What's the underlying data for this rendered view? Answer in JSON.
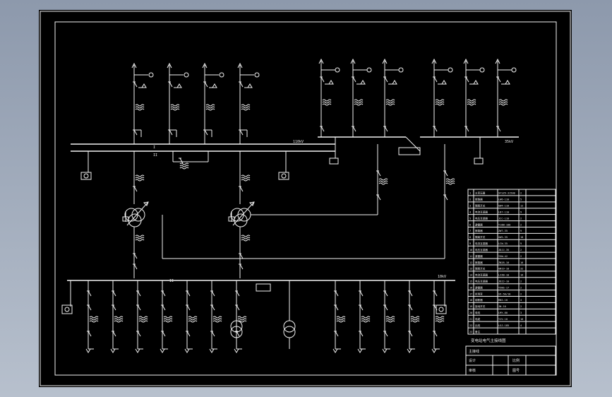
{
  "diagram": {
    "voltage_label_110": "110kV",
    "voltage_label_35": "35kV",
    "voltage_label_10": "10kV",
    "bus_label_i": "I",
    "bus_label_ii": "II",
    "title_caption": "变电站电气主接线图",
    "title_block": {
      "row1": "主接线",
      "row2_left": "设计",
      "row2_right": "比例",
      "row3_left": "审核",
      "row3_right": "图号"
    },
    "equipment_table": {
      "rows": [
        {
          "no": "1",
          "name": "主变压器",
          "model": "SFSZ9-31500",
          "qty": "2",
          "note": ""
        },
        {
          "no": "2",
          "name": "断路器",
          "model": "LW6-110",
          "qty": "5",
          "note": ""
        },
        {
          "no": "3",
          "name": "隔离开关",
          "model": "GW4-110",
          "qty": "12",
          "note": ""
        },
        {
          "no": "4",
          "name": "电流互感器",
          "model": "LB7-110",
          "qty": "9",
          "note": ""
        },
        {
          "no": "5",
          "name": "电压互感器",
          "model": "JCC-110",
          "qty": "2",
          "note": ""
        },
        {
          "no": "6",
          "name": "避雷器",
          "model": "Y10W-100",
          "qty": "2",
          "note": ""
        },
        {
          "no": "7",
          "name": "断路器",
          "model": "ZW7-35",
          "qty": "9",
          "note": ""
        },
        {
          "no": "8",
          "name": "隔离开关",
          "model": "GW5-35",
          "qty": "18",
          "note": ""
        },
        {
          "no": "9",
          "name": "电流互感器",
          "model": "LCW-35",
          "qty": "9",
          "note": ""
        },
        {
          "no": "10",
          "name": "电压互感器",
          "model": "JDJJ-35",
          "qty": "2",
          "note": ""
        },
        {
          "no": "11",
          "name": "避雷器",
          "model": "Y5W-42",
          "qty": "2",
          "note": ""
        },
        {
          "no": "12",
          "name": "断路器",
          "model": "ZN28-10",
          "qty": "16",
          "note": ""
        },
        {
          "no": "13",
          "name": "隔离开关",
          "model": "GN19-10",
          "qty": "32",
          "note": ""
        },
        {
          "no": "14",
          "name": "电流互感器",
          "model": "LZZB-10",
          "qty": "16",
          "note": ""
        },
        {
          "no": "15",
          "name": "电压互感器",
          "model": "JDZJ-10",
          "qty": "2",
          "note": ""
        },
        {
          "no": "16",
          "name": "避雷器",
          "model": "Y5WS-17",
          "qty": "2",
          "note": ""
        },
        {
          "no": "17",
          "name": "所用变",
          "model": "S9-50/10",
          "qty": "2",
          "note": ""
        },
        {
          "no": "18",
          "name": "熔断器",
          "model": "RN2-10",
          "qty": "4",
          "note": ""
        },
        {
          "no": "19",
          "name": "接地开关",
          "model": "JN-10",
          "qty": "2",
          "note": ""
        },
        {
          "no": "20",
          "name": "母线",
          "model": "LMY-80",
          "qty": "3",
          "note": ""
        },
        {
          "no": "21",
          "name": "电缆",
          "model": "YJV-10",
          "qty": "16",
          "note": ""
        },
        {
          "no": "22",
          "name": "出线",
          "model": "LGJ-185",
          "qty": "4",
          "note": ""
        },
        {
          "no": "23",
          "name": "备注",
          "model": "",
          "qty": "",
          "note": ""
        }
      ]
    }
  }
}
